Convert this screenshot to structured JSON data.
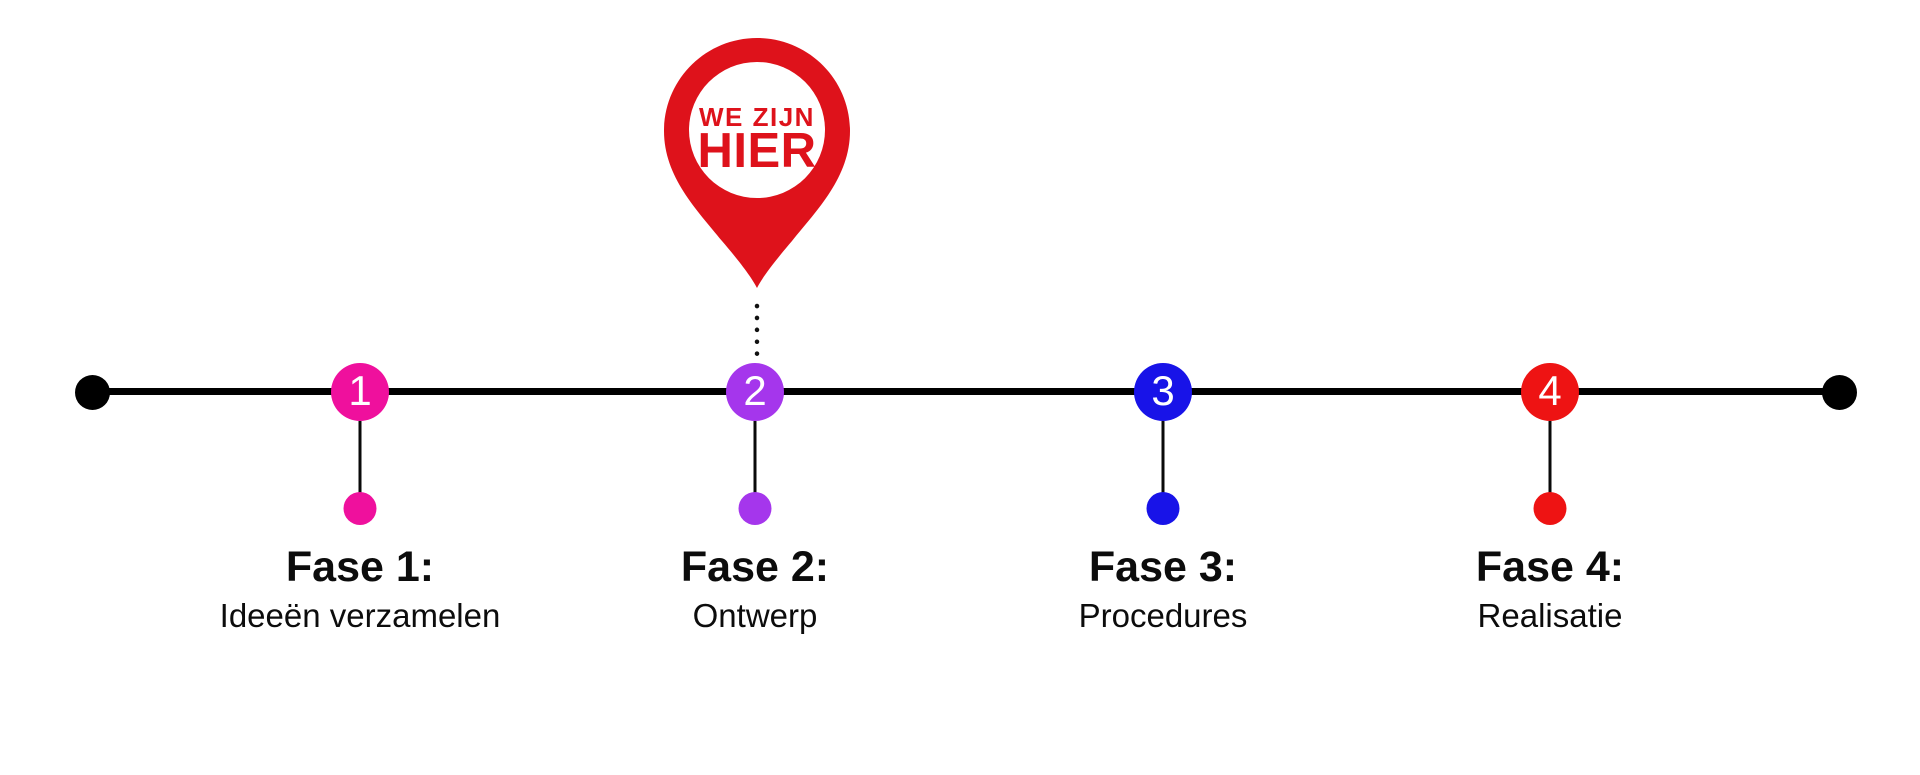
{
  "diagram": {
    "background_color": "#ffffff",
    "line_color": "#000000",
    "pin": {
      "line1": "WE ZIJN",
      "line2": "HIER",
      "color": "#de121b",
      "inner_circle_color": "#ffffff"
    },
    "phases": [
      {
        "number": "1",
        "title": "Fase 1:",
        "subtitle": "Ideeën verzamelen",
        "color": "#ef109d"
      },
      {
        "number": "2",
        "title": "Fase 2:",
        "subtitle": "Ontwerp",
        "color": "#a536ec"
      },
      {
        "number": "3",
        "title": "Fase 3:",
        "subtitle": "Procedures",
        "color": "#1813e8"
      },
      {
        "number": "4",
        "title": "Fase 4:",
        "subtitle": "Realisatie",
        "color": "#ee1313"
      }
    ]
  }
}
